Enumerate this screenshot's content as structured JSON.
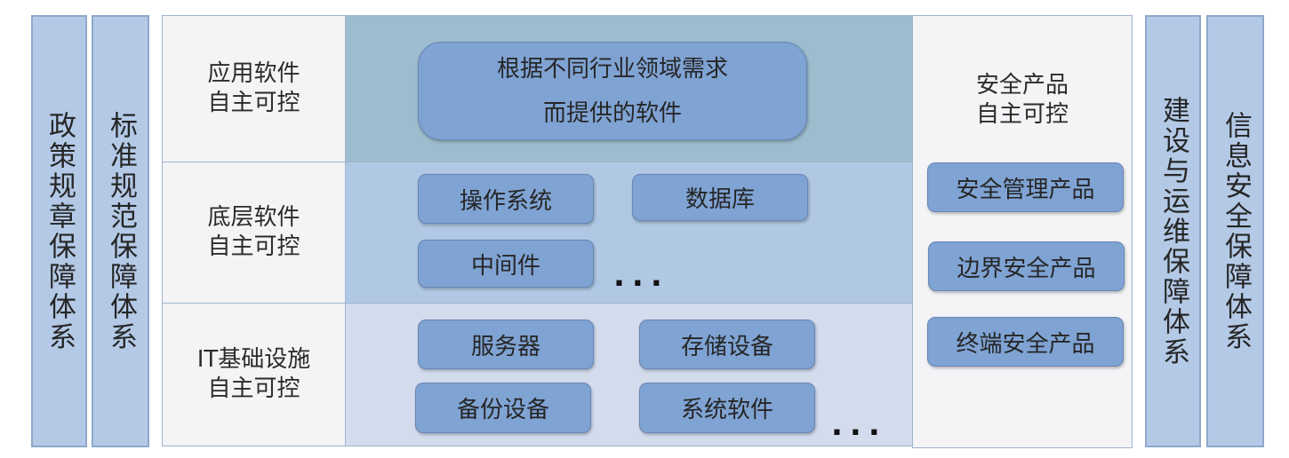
{
  "pillars_left": [
    {
      "id": "policy",
      "text": "政策规章保障体系"
    },
    {
      "id": "standard",
      "text": "标准规范保障体系"
    }
  ],
  "pillars_right": [
    {
      "id": "ops",
      "text": "建设与运维保障体系"
    },
    {
      "id": "infosec",
      "text": "信息安全保障体系"
    }
  ],
  "layers": {
    "application": {
      "label": [
        "应用软件",
        "自主可控"
      ],
      "content": [
        "根据不同行业领域需求",
        "而提供的软件"
      ]
    },
    "base_software": {
      "label": [
        "底层软件",
        "自主可控"
      ],
      "items": [
        "操作系统",
        "数据库",
        "中间件"
      ],
      "ellipsis": "..."
    },
    "infrastructure": {
      "label": [
        "IT基础设施",
        "自主可控"
      ],
      "items": [
        "服务器",
        "存储设备",
        "备份设备",
        "系统软件"
      ],
      "ellipsis": "..."
    }
  },
  "security": {
    "title": [
      "安全产品",
      "自主可控"
    ],
    "items": [
      "安全管理产品",
      "边界安全产品",
      "终端安全产品"
    ]
  },
  "colors": {
    "pillar": "#b3c9e6",
    "box": "#7fa3d3",
    "band_application": "#9dbccd",
    "band_base": "#b1c8e4",
    "band_infra": "#d3dced",
    "label_bg": "#f4f3f6"
  }
}
